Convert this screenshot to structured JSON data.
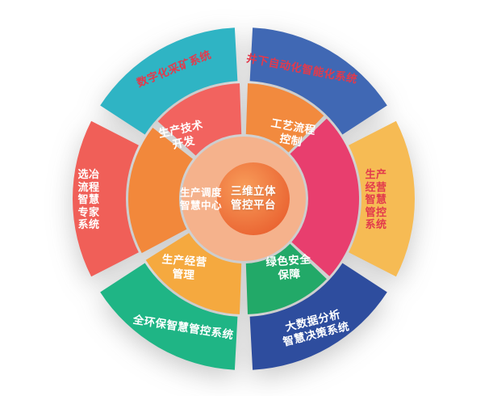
{
  "diagram": {
    "center": {
      "label": "三维立体\n管控平台",
      "text_color": "#ffffff",
      "gradient_inner": "#f89d5a",
      "gradient_outer": "#e9602f",
      "halo_color": "#f5b28c"
    },
    "inner_ring": [
      {
        "id": "process-control",
        "label": "工艺流程\n控制",
        "color": "#f28a3e",
        "text_color": "#ffffff"
      },
      {
        "id": "connector-band",
        "label": "",
        "color": "#e83e6e",
        "text_color": "#ffffff"
      },
      {
        "id": "green-safety",
        "label": "绿色安全\n保障",
        "color": "#22a968",
        "text_color": "#ffffff"
      },
      {
        "id": "operation-mgmt",
        "label": "生产经营\n管理",
        "color": "#f5a93f",
        "text_color": "#ffffff"
      },
      {
        "id": "dispatch-center",
        "label": "生产调度\n智慧中心",
        "color": "#f2883b",
        "text_color": "#ffffff"
      },
      {
        "id": "tech-development",
        "label": "生产技术\n开发",
        "color": "#f2635f",
        "text_color": "#ffffff"
      }
    ],
    "outer_ring": [
      {
        "id": "digital-mining",
        "label": "数字化采矿系统",
        "color": "#2fb4c4",
        "text_color": "#e23a4c"
      },
      {
        "id": "underground-automation",
        "label": "井下自动化智能化系统",
        "color": "#4068b4",
        "text_color": "#e23a4c"
      },
      {
        "id": "production-operation",
        "label": "生产\n经营\n智慧\n管控\n系统",
        "color": "#f6bb54",
        "text_color": "#e23a4c"
      },
      {
        "id": "bigdata-decision",
        "label": "大数据分析\n智慧决策系统",
        "color": "#2e4d9e",
        "text_color": "#ffffff"
      },
      {
        "id": "environmental-control",
        "label": "全环保智慧管控系统",
        "color": "#1fb585",
        "text_color": "#ffffff"
      },
      {
        "id": "smelting-expert",
        "label": "选冶\n流程\n智慧\n专家\n系统",
        "color": "#f05f58",
        "text_color": "#ffffff"
      }
    ]
  }
}
